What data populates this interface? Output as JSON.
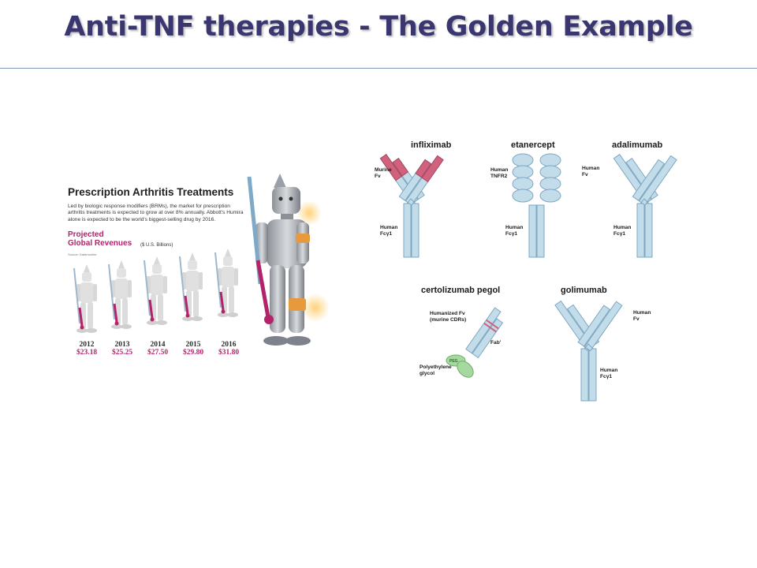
{
  "slide": {
    "title": "Anti-TNF therapies - The Golden Example"
  },
  "infographic": {
    "title": "Prescription Arthritis Treatments",
    "description": "Led by biologic response modifiers (BRMs), the market for prescription arthritis treatments is expected to grow at over 8% annually. Abbott's Humira alone is expected to be the world's biggest-selling drug by 2016.",
    "projected_line1": "Projected",
    "projected_line2": "Global Revenues",
    "unit": "($ U.S. Billions)",
    "source": "Source: Datamonitor",
    "colors": {
      "accent": "#b3236a",
      "figure": "#dcdcdc",
      "tinman": "#a9adb3"
    },
    "years": [
      {
        "year": "2012",
        "revenue": "$23.18"
      },
      {
        "year": "2013",
        "revenue": "$25.25"
      },
      {
        "year": "2014",
        "revenue": "$27.50"
      },
      {
        "year": "2015",
        "revenue": "$29.80"
      },
      {
        "year": "2016",
        "revenue": "$31.80"
      }
    ]
  },
  "antibodies": {
    "colors": {
      "fill": "#c3dcea",
      "stroke": "#7da7c3",
      "murine": "#d1627d",
      "peg": "#a6d9a0"
    },
    "infliximab": {
      "name": "infliximab",
      "label_fv": "Murine\nFv",
      "label_fc": "Human\nFcγ1"
    },
    "etanercept": {
      "name": "etanercept",
      "label_top": "Human\nTNFR2",
      "label_fc": "Human\nFcγ1"
    },
    "adalimumab": {
      "name": "adalimumab",
      "label_fv": "Human\nFv",
      "label_fc": "Human\nFcγ1"
    },
    "certolizumab": {
      "name": "certolizumab pegol",
      "label_fv": "Humanized Fv\n(murine CDRs)",
      "label_fab": "Fab'",
      "label_peg": "Polyethylene\nglycol",
      "peg": "PEG"
    },
    "golimumab": {
      "name": "golimumab",
      "label_fv": "Human\nFv",
      "label_fc": "Human\nFcγ1"
    }
  }
}
